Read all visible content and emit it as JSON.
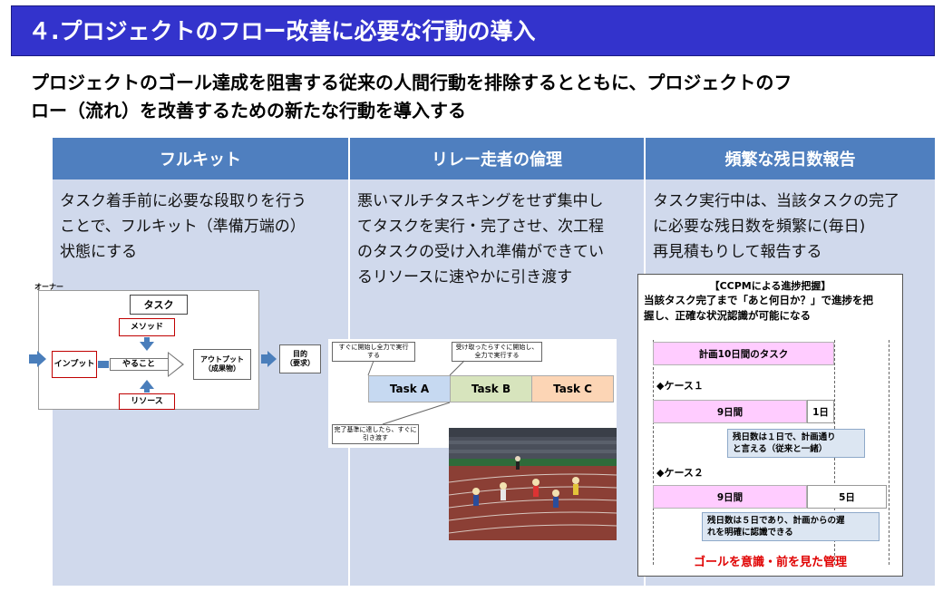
{
  "title": "４.プロジェクトのフロー改善に必要な行動の導入",
  "subtitle_line1": "プロジェクトのゴール達成を阻害する従来の人間行動を排除するとともに、プロジェクトのフ",
  "subtitle_line2": "ロー（流れ）を改善するための新たな行動を導入する",
  "columns": [
    {
      "header": "フルキット",
      "lines": [
        "タスク着手前に必要な段取りを行う",
        "ことで、フルキット（準備万端の）",
        "状態にする"
      ]
    },
    {
      "header": "リレー走者の倫理",
      "lines": [
        "悪いマルチタスキングをせず集中し",
        "てタスクを実行・完了させ、次工程",
        "のタスクの受け入れ準備ができてい",
        "るリソースに速やかに引き渡す"
      ]
    },
    {
      "header": "頻繁な残日数報告",
      "lines": [
        "タスク実行中は、当該タスクの完了",
        "に必要な残日数を頻繁に(毎日)",
        "再見積もりして報告する"
      ]
    }
  ],
  "task_diagram": {
    "owner": "オーナー",
    "task": "タスク",
    "method": "メソッド",
    "input": "インプット",
    "doing": "やること",
    "output_line1": "アウトプット",
    "output_line2": "（成果物）",
    "resource": "リソース",
    "goal_line1": "目的",
    "goal_line2": "（要求）"
  },
  "relay_diagram": {
    "callout_start_line1": "すぐに開始し全力で実行",
    "callout_start_line2": "する",
    "callout_receive_line1": "受け取ったらすぐに開始し、",
    "callout_receive_line2": "全力で実行する",
    "callout_handoff_line1": "完了基準に達したら、すぐに",
    "callout_handoff_line2": "引き渡す",
    "task_a": "Task A",
    "task_b": "Task B",
    "task_c": "Task C"
  },
  "ccpm": {
    "heading": "【CCPMによる進捗把握】",
    "lead_line1": "当該タスク完了まで「あと何日か？」で進捗を把",
    "lead_line2": "握し、正確な状況認識が可能になる",
    "plan_bar": "計画10日間のタスク",
    "case1_label": "◆ケース１",
    "case1_done": "9日間",
    "case1_remaining": "1日",
    "case1_note_line1": "残日数は１日で、計画通り",
    "case1_note_line2": "と言える（従来と一緒）",
    "case2_label": "◆ケース２",
    "case2_done": "9日間",
    "case2_remaining": "5日",
    "case2_note_line1": "残日数は５日であり、計画からの遅",
    "case2_note_line2": "れを明確に認識できる",
    "footer": "ゴールを意識・前を見た管理"
  },
  "colors": {
    "title_bg": "#3333cc",
    "header_bg": "#4f7fbf",
    "body_bg": "#d0d9ec",
    "task_a": "#c6d9f1",
    "task_b": "#d7e4bd",
    "task_c": "#fcd5b5",
    "plan_pink": "#ffccff",
    "footer_red": "#e00000"
  }
}
